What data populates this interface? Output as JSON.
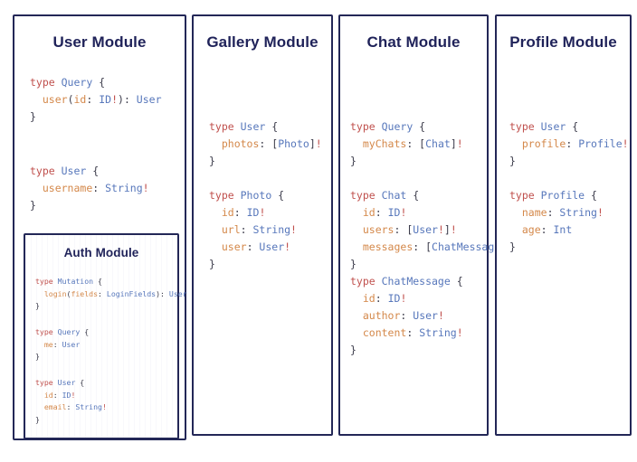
{
  "diagram": {
    "title_color": "#1f2259",
    "border_color": "#232757",
    "background": "#ffffff",
    "syntax_colors": {
      "keyword": "#c0504d",
      "type_name": "#5777bb",
      "field_name": "#d4884a",
      "punctuation": "#3b3b4a",
      "non_null_bang": "#c0504d"
    }
  },
  "panels": [
    {
      "id": "user-module",
      "title": "User Module",
      "code_blocks": [
        {
          "lines": [
            [
              {
                "t": "type ",
                "c": "kw"
              },
              {
                "t": "Query",
                "c": "typ"
              },
              {
                "t": " {",
                "c": "pun"
              }
            ],
            [
              {
                "t": "  ",
                "c": "pun"
              },
              {
                "t": "user",
                "c": "fld"
              },
              {
                "t": "(",
                "c": "pun"
              },
              {
                "t": "id",
                "c": "fld"
              },
              {
                "t": ": ",
                "c": "pun"
              },
              {
                "t": "ID",
                "c": "typ"
              },
              {
                "t": "!",
                "c": "bang"
              },
              {
                "t": "): ",
                "c": "pun"
              },
              {
                "t": "User",
                "c": "typ"
              }
            ],
            [
              {
                "t": "}",
                "c": "pun"
              }
            ]
          ]
        },
        {
          "lines": [
            [
              {
                "t": "type ",
                "c": "kw"
              },
              {
                "t": "User",
                "c": "typ"
              },
              {
                "t": " {",
                "c": "pun"
              }
            ],
            [
              {
                "t": "  ",
                "c": "pun"
              },
              {
                "t": "username",
                "c": "fld"
              },
              {
                "t": ": ",
                "c": "pun"
              },
              {
                "t": "String",
                "c": "typ"
              },
              {
                "t": "!",
                "c": "bang"
              }
            ],
            [
              {
                "t": "}",
                "c": "pun"
              }
            ]
          ]
        }
      ],
      "subpanel": {
        "id": "auth-module",
        "title": "Auth Module",
        "code_blocks": [
          {
            "lines": [
              [
                {
                  "t": "type ",
                  "c": "kw"
                },
                {
                  "t": "Mutation",
                  "c": "typ"
                },
                {
                  "t": " {",
                  "c": "pun"
                }
              ],
              [
                {
                  "t": "  ",
                  "c": "pun"
                },
                {
                  "t": "login",
                  "c": "fld"
                },
                {
                  "t": "(",
                  "c": "pun"
                },
                {
                  "t": "fields",
                  "c": "fld"
                },
                {
                  "t": ": ",
                  "c": "pun"
                },
                {
                  "t": "LoginFields",
                  "c": "typ"
                },
                {
                  "t": "): ",
                  "c": "pun"
                },
                {
                  "t": "User",
                  "c": "typ"
                }
              ],
              [
                {
                  "t": "}",
                  "c": "pun"
                }
              ]
            ]
          },
          {
            "lines": [
              [
                {
                  "t": "type ",
                  "c": "kw"
                },
                {
                  "t": "Query",
                  "c": "typ"
                },
                {
                  "t": " {",
                  "c": "pun"
                }
              ],
              [
                {
                  "t": "  ",
                  "c": "pun"
                },
                {
                  "t": "me",
                  "c": "fld"
                },
                {
                  "t": ": ",
                  "c": "pun"
                },
                {
                  "t": "User",
                  "c": "typ"
                }
              ],
              [
                {
                  "t": "}",
                  "c": "pun"
                }
              ]
            ]
          },
          {
            "lines": [
              [
                {
                  "t": "type ",
                  "c": "kw"
                },
                {
                  "t": "User",
                  "c": "typ"
                },
                {
                  "t": " {",
                  "c": "pun"
                }
              ],
              [
                {
                  "t": "  ",
                  "c": "pun"
                },
                {
                  "t": "id",
                  "c": "fld"
                },
                {
                  "t": ": ",
                  "c": "pun"
                },
                {
                  "t": "ID",
                  "c": "typ"
                },
                {
                  "t": "!",
                  "c": "bang"
                }
              ],
              [
                {
                  "t": "  ",
                  "c": "pun"
                },
                {
                  "t": "email",
                  "c": "fld"
                },
                {
                  "t": ": ",
                  "c": "pun"
                },
                {
                  "t": "String",
                  "c": "typ"
                },
                {
                  "t": "!",
                  "c": "bang"
                }
              ],
              [
                {
                  "t": "}",
                  "c": "pun"
                }
              ]
            ]
          }
        ]
      }
    },
    {
      "id": "gallery-module",
      "title": "Gallery Module",
      "code_blocks": [
        {
          "lines": [
            [
              {
                "t": "type ",
                "c": "kw"
              },
              {
                "t": "User",
                "c": "typ"
              },
              {
                "t": " {",
                "c": "pun"
              }
            ],
            [
              {
                "t": "  ",
                "c": "pun"
              },
              {
                "t": "photos",
                "c": "fld"
              },
              {
                "t": ": [",
                "c": "pun"
              },
              {
                "t": "Photo",
                "c": "typ"
              },
              {
                "t": "]",
                "c": "pun"
              },
              {
                "t": "!",
                "c": "bang"
              }
            ],
            [
              {
                "t": "}",
                "c": "pun"
              }
            ]
          ]
        },
        {
          "lines": [
            [
              {
                "t": "type ",
                "c": "kw"
              },
              {
                "t": "Photo",
                "c": "typ"
              },
              {
                "t": " {",
                "c": "pun"
              }
            ],
            [
              {
                "t": "  ",
                "c": "pun"
              },
              {
                "t": "id",
                "c": "fld"
              },
              {
                "t": ": ",
                "c": "pun"
              },
              {
                "t": "ID",
                "c": "typ"
              },
              {
                "t": "!",
                "c": "bang"
              }
            ],
            [
              {
                "t": "  ",
                "c": "pun"
              },
              {
                "t": "url",
                "c": "fld"
              },
              {
                "t": ": ",
                "c": "pun"
              },
              {
                "t": "String",
                "c": "typ"
              },
              {
                "t": "!",
                "c": "bang"
              }
            ],
            [
              {
                "t": "  ",
                "c": "pun"
              },
              {
                "t": "user",
                "c": "fld"
              },
              {
                "t": ": ",
                "c": "pun"
              },
              {
                "t": "User",
                "c": "typ"
              },
              {
                "t": "!",
                "c": "bang"
              }
            ],
            [
              {
                "t": "}",
                "c": "pun"
              }
            ]
          ]
        }
      ]
    },
    {
      "id": "chat-module",
      "title": "Chat Module",
      "code_blocks": [
        {
          "lines": [
            [
              {
                "t": "type ",
                "c": "kw"
              },
              {
                "t": "Query",
                "c": "typ"
              },
              {
                "t": " {",
                "c": "pun"
              }
            ],
            [
              {
                "t": "  ",
                "c": "pun"
              },
              {
                "t": "myChats",
                "c": "fld"
              },
              {
                "t": ": [",
                "c": "pun"
              },
              {
                "t": "Chat",
                "c": "typ"
              },
              {
                "t": "]",
                "c": "pun"
              },
              {
                "t": "!",
                "c": "bang"
              }
            ],
            [
              {
                "t": "}",
                "c": "pun"
              }
            ]
          ]
        },
        {
          "lines": [
            [
              {
                "t": "type ",
                "c": "kw"
              },
              {
                "t": "Chat",
                "c": "typ"
              },
              {
                "t": " {",
                "c": "pun"
              }
            ],
            [
              {
                "t": "  ",
                "c": "pun"
              },
              {
                "t": "id",
                "c": "fld"
              },
              {
                "t": ": ",
                "c": "pun"
              },
              {
                "t": "ID",
                "c": "typ"
              },
              {
                "t": "!",
                "c": "bang"
              }
            ],
            [
              {
                "t": "  ",
                "c": "pun"
              },
              {
                "t": "users",
                "c": "fld"
              },
              {
                "t": ": [",
                "c": "pun"
              },
              {
                "t": "User",
                "c": "typ"
              },
              {
                "t": "!",
                "c": "bang"
              },
              {
                "t": "]",
                "c": "pun"
              },
              {
                "t": "!",
                "c": "bang"
              }
            ],
            [
              {
                "t": "  ",
                "c": "pun"
              },
              {
                "t": "messages",
                "c": "fld"
              },
              {
                "t": ": [",
                "c": "pun"
              },
              {
                "t": "ChatMessage",
                "c": "typ"
              },
              {
                "t": "]",
                "c": "pun"
              },
              {
                "t": "!",
                "c": "bang"
              }
            ],
            [
              {
                "t": "}",
                "c": "pun"
              }
            ]
          ]
        },
        {
          "lines": [
            [
              {
                "t": "type ",
                "c": "kw"
              },
              {
                "t": "ChatMessage",
                "c": "typ"
              },
              {
                "t": " {",
                "c": "pun"
              }
            ],
            [
              {
                "t": "  ",
                "c": "pun"
              },
              {
                "t": "id",
                "c": "fld"
              },
              {
                "t": ": ",
                "c": "pun"
              },
              {
                "t": "ID",
                "c": "typ"
              },
              {
                "t": "!",
                "c": "bang"
              }
            ],
            [
              {
                "t": "  ",
                "c": "pun"
              },
              {
                "t": "author",
                "c": "fld"
              },
              {
                "t": ": ",
                "c": "pun"
              },
              {
                "t": "User",
                "c": "typ"
              },
              {
                "t": "!",
                "c": "bang"
              }
            ],
            [
              {
                "t": "  ",
                "c": "pun"
              },
              {
                "t": "content",
                "c": "fld"
              },
              {
                "t": ": ",
                "c": "pun"
              },
              {
                "t": "String",
                "c": "typ"
              },
              {
                "t": "!",
                "c": "bang"
              }
            ],
            [
              {
                "t": "}",
                "c": "pun"
              }
            ]
          ]
        }
      ]
    },
    {
      "id": "profile-module",
      "title": "Profile Module",
      "code_blocks": [
        {
          "lines": [
            [
              {
                "t": "type ",
                "c": "kw"
              },
              {
                "t": "User",
                "c": "typ"
              },
              {
                "t": " {",
                "c": "pun"
              }
            ],
            [
              {
                "t": "  ",
                "c": "pun"
              },
              {
                "t": "profile",
                "c": "fld"
              },
              {
                "t": ": ",
                "c": "pun"
              },
              {
                "t": "Profile",
                "c": "typ"
              },
              {
                "t": "!",
                "c": "bang"
              }
            ],
            [
              {
                "t": "}",
                "c": "pun"
              }
            ]
          ]
        },
        {
          "lines": [
            [
              {
                "t": "type ",
                "c": "kw"
              },
              {
                "t": "Profile",
                "c": "typ"
              },
              {
                "t": " {",
                "c": "pun"
              }
            ],
            [
              {
                "t": "  ",
                "c": "pun"
              },
              {
                "t": "name",
                "c": "fld"
              },
              {
                "t": ": ",
                "c": "pun"
              },
              {
                "t": "String",
                "c": "typ"
              },
              {
                "t": "!",
                "c": "bang"
              }
            ],
            [
              {
                "t": "  ",
                "c": "pun"
              },
              {
                "t": "age",
                "c": "fld"
              },
              {
                "t": ": ",
                "c": "pun"
              },
              {
                "t": "Int",
                "c": "typ"
              }
            ],
            [
              {
                "t": "}",
                "c": "pun"
              }
            ]
          ]
        }
      ]
    }
  ]
}
